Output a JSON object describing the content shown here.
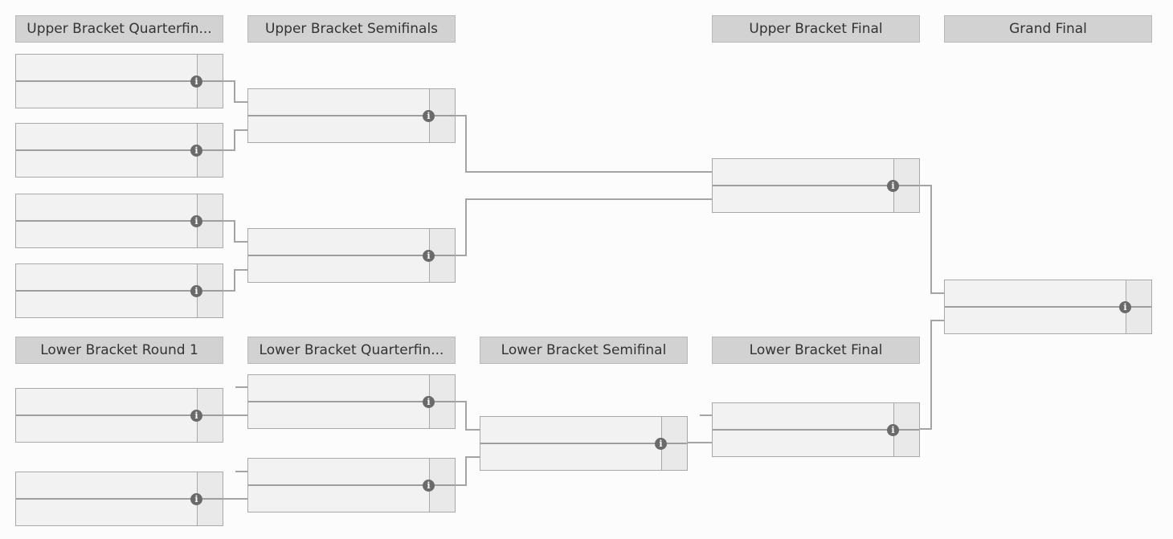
{
  "rounds": {
    "upper_qf": "Upper Bracket Quarterfin...",
    "upper_sf": "Upper Bracket Semifinals",
    "upper_final": "Upper Bracket Final",
    "grand_final": "Grand Final",
    "lower_r1": "Lower Bracket Round 1",
    "lower_qf": "Lower Bracket Quarterfin...",
    "lower_sf": "Lower Bracket Semifinal",
    "lower_final": "Lower Bracket Final"
  },
  "info_icon_glyph": "i"
}
